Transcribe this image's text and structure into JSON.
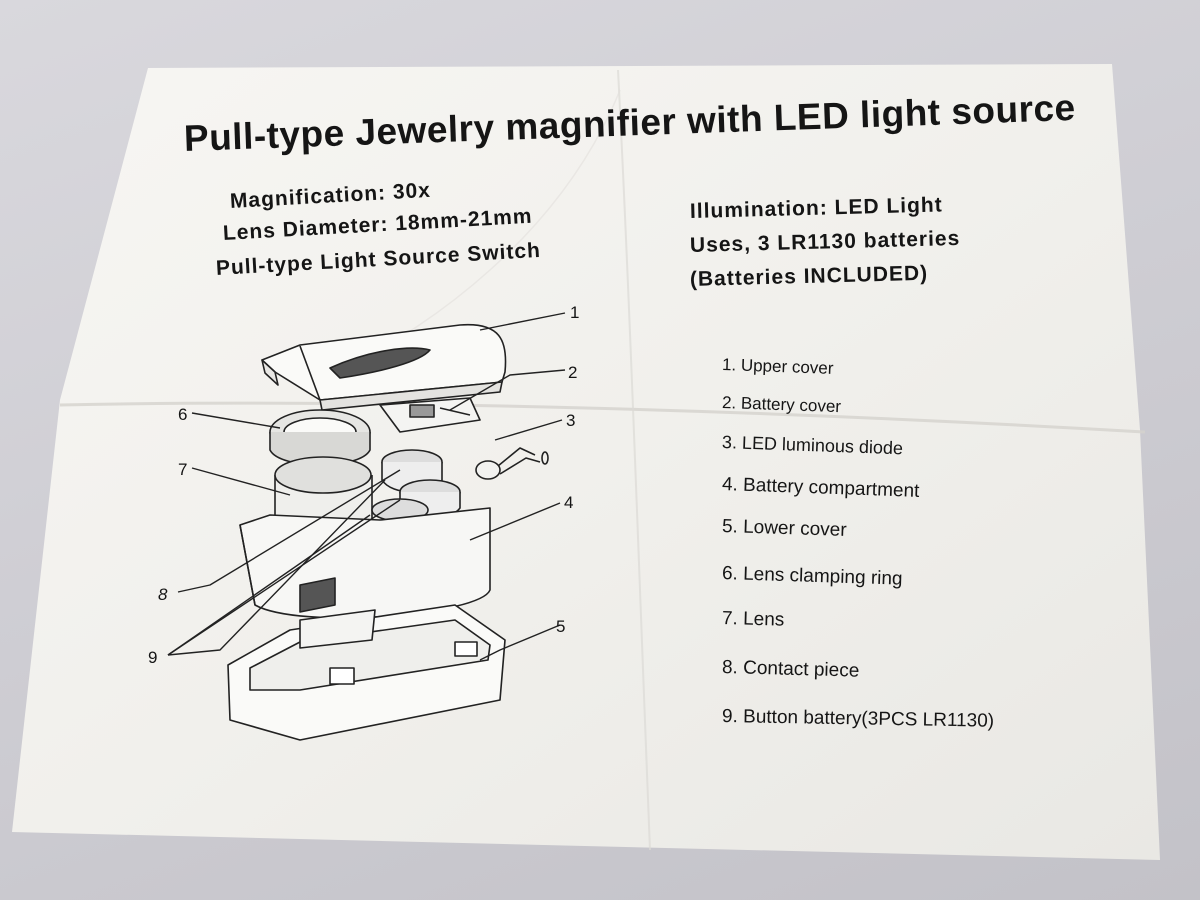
{
  "title": "Pull-type Jewelry magnifier with LED light source",
  "specs_left": [
    "Magnification: 30x",
    "Lens Diameter: 18mm-21mm",
    "Pull-type Light Source Switch"
  ],
  "specs_right": [
    "Illumination: LED Light",
    "Uses, 3 LR1130 batteries",
    "(Batteries INCLUDED)"
  ],
  "parts": [
    "1. Upper cover",
    "2. Battery cover",
    "3. LED luminous diode",
    "4. Battery compartment",
    "5. Lower cover",
    "6. Lens clamping ring",
    "7. Lens",
    "8. Contact piece",
    "9. Button battery(3PCS LR1130)"
  ],
  "callouts": [
    "1",
    "2",
    "3",
    "4",
    "5",
    "6",
    "7",
    "8",
    "9"
  ],
  "colors": {
    "paper": "#f4f3f0",
    "ink": "#151515",
    "background": "#d0cfd5"
  }
}
